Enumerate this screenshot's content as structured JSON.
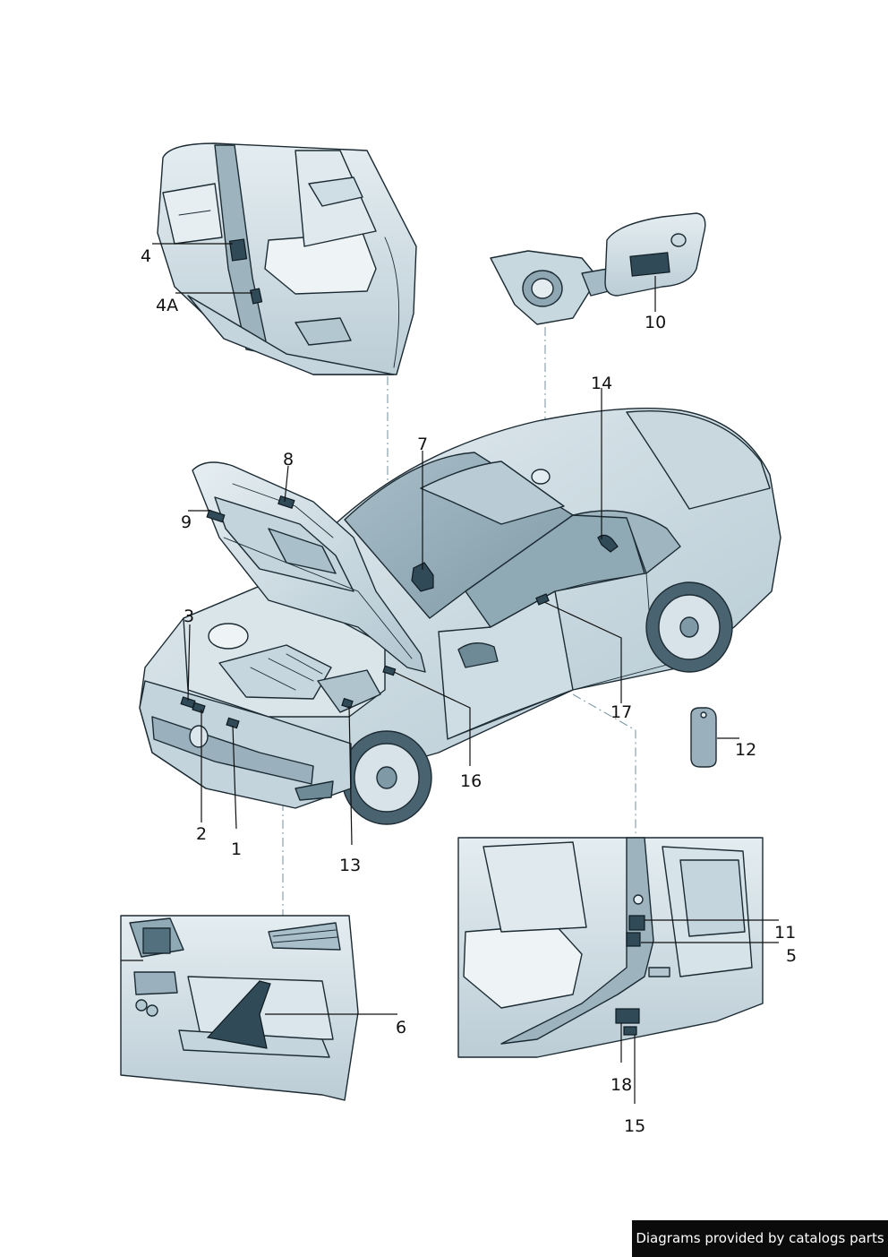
{
  "callouts": {
    "c1": "1",
    "c2": "2",
    "c3": "3",
    "c4": "4",
    "c4a": "4A",
    "c5": "5",
    "c6": "6",
    "c7": "7",
    "c8": "8",
    "c9": "9",
    "c10": "10",
    "c11": "11",
    "c12": "12",
    "c13": "13",
    "c14": "14",
    "c15": "15",
    "c16": "16",
    "c17": "17",
    "c18": "18"
  },
  "credit": "Diagrams provided by catalogs parts",
  "colors": {
    "body_light": "#dde8ee",
    "body_mid": "#b6cad4",
    "body_dark": "#7f9aa6",
    "label_dark": "#304a57",
    "ink": "#1c2b33"
  }
}
